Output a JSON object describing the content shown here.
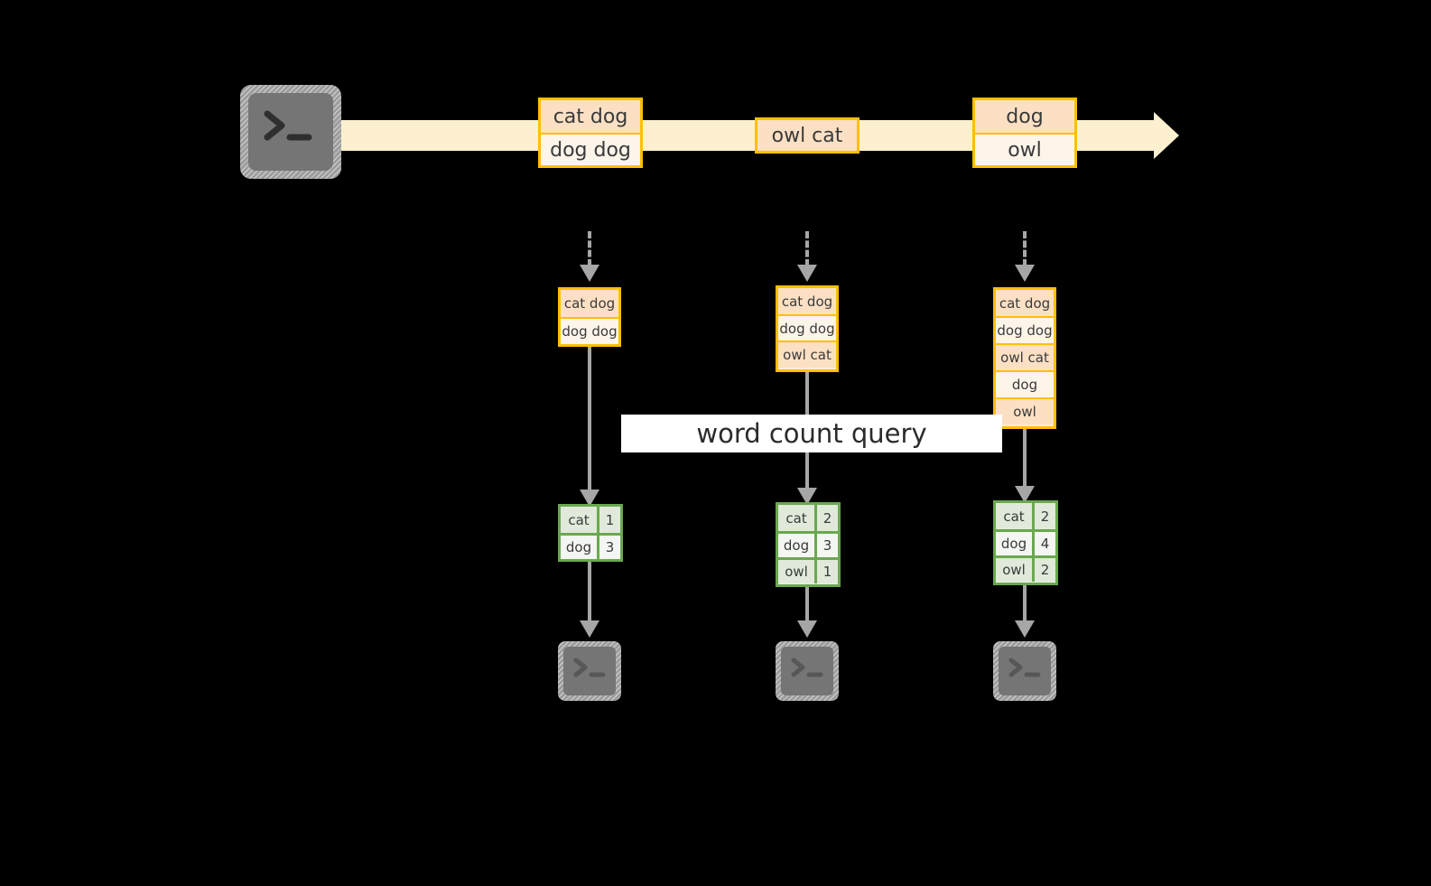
{
  "diagram": {
    "stream": {
      "source_icon": "terminal-icon",
      "events": [
        {
          "id": "e1",
          "rows": [
            {
              "text": "cat dog",
              "shade": "dark"
            },
            {
              "text": "dog dog",
              "shade": "light"
            }
          ]
        },
        {
          "id": "e2",
          "rows": [
            {
              "text": "owl cat",
              "shade": "dark"
            }
          ]
        },
        {
          "id": "e3",
          "rows": [
            {
              "text": "dog",
              "shade": "dark"
            },
            {
              "text": "owl",
              "shade": "light"
            }
          ]
        }
      ]
    },
    "query_label": "word count query",
    "snapshots": [
      {
        "id": "t1",
        "input_rows": [
          {
            "text": "cat dog",
            "shade": "dark"
          },
          {
            "text": "dog dog",
            "shade": "light"
          }
        ],
        "output_rows": [
          {
            "word": "cat",
            "count": "1",
            "shade": "dark"
          },
          {
            "word": "dog",
            "count": "3",
            "shade": "light"
          }
        ],
        "sink_icon": "terminal-icon"
      },
      {
        "id": "t2",
        "input_rows": [
          {
            "text": "cat dog",
            "shade": "dark"
          },
          {
            "text": "dog dog",
            "shade": "light"
          },
          {
            "text": "owl cat",
            "shade": "dark"
          }
        ],
        "output_rows": [
          {
            "word": "cat",
            "count": "2",
            "shade": "dark"
          },
          {
            "word": "dog",
            "count": "3",
            "shade": "light"
          },
          {
            "word": "owl",
            "count": "1",
            "shade": "dark"
          }
        ],
        "sink_icon": "terminal-icon"
      },
      {
        "id": "t3",
        "input_rows": [
          {
            "text": "cat dog",
            "shade": "dark"
          },
          {
            "text": "dog dog",
            "shade": "light"
          },
          {
            "text": "owl cat",
            "shade": "dark"
          },
          {
            "text": "dog",
            "shade": "light"
          },
          {
            "text": "owl",
            "shade": "dark"
          }
        ],
        "output_rows": [
          {
            "word": "cat",
            "count": "2",
            "shade": "dark"
          },
          {
            "word": "dog",
            "count": "4",
            "shade": "light"
          },
          {
            "word": "owl",
            "count": "2",
            "shade": "dark"
          }
        ],
        "sink_icon": "terminal-icon"
      }
    ],
    "colors": {
      "background": "#000000",
      "stream_bar": "#fdf0d0",
      "event_border": "#ffbf00",
      "event_fill_dark": "#fce0c4",
      "event_fill_light": "#fdf4ea",
      "result_border": "#6aa84f",
      "result_fill_dark": "#e0e9da",
      "result_fill_light": "#f3f6f1",
      "connector": "#a6a6a6",
      "terminal_fill": "#757575",
      "label_fill": "#ffffff"
    }
  }
}
